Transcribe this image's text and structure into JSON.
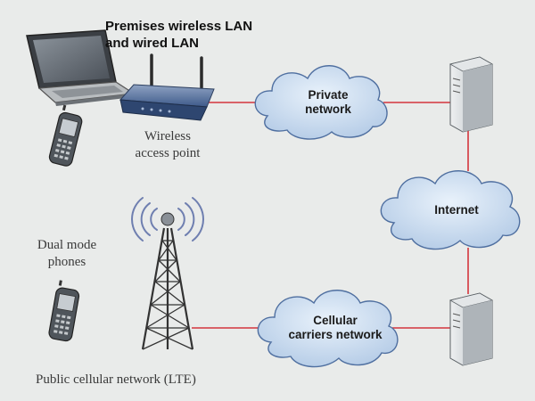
{
  "labels": {
    "premises_line1": "Premises wireless LAN",
    "premises_line2": "and wired LAN",
    "wap_line1": "Wireless",
    "wap_line2": "access point",
    "dual_line1": "Dual mode",
    "dual_line2": "phones",
    "public_cellular": "Public cellular network (LTE)"
  },
  "clouds": {
    "private_line1": "Private",
    "private_line2": "network",
    "internet": "Internet",
    "cellular_line1": "Cellular",
    "cellular_line2": "carriers network"
  },
  "colors": {
    "background": "#e9ebea",
    "link_line": "#d4343c",
    "cloud_fill": "#c9dcf1",
    "cloud_stroke": "#4f6fa0",
    "server_fill": "#c8cdd1"
  },
  "icons": [
    "laptop-icon",
    "mobile-phone-icon",
    "wireless-router-icon",
    "server-icon",
    "cell-tower-icon"
  ]
}
